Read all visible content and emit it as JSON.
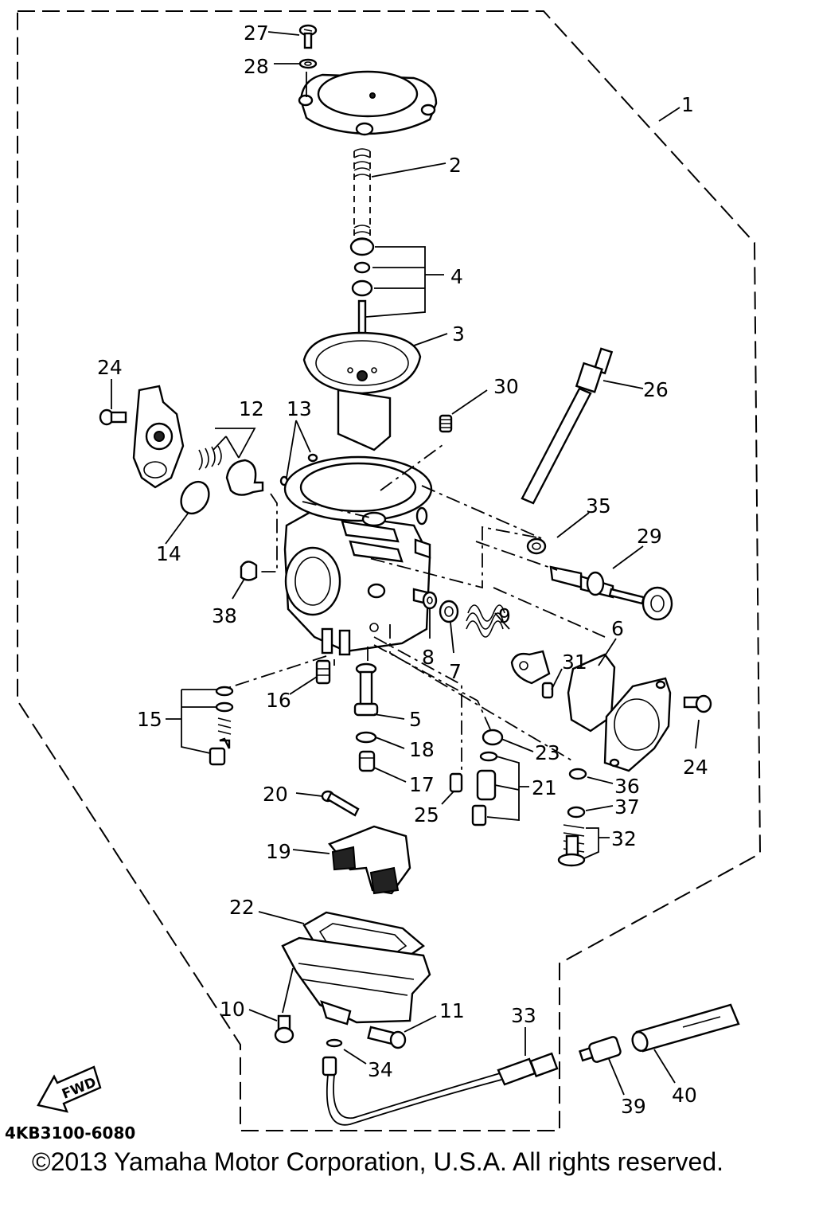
{
  "diagram": {
    "drawing_code": "4KB3100-6080",
    "copyright": "©2013 Yamaha Motor Corporation, U.S.A. All rights reserved.",
    "fwd_label": "FWD",
    "callouts": [
      {
        "id": "c27",
        "label": "27"
      },
      {
        "id": "c28",
        "label": "28"
      },
      {
        "id": "c1",
        "label": "1"
      },
      {
        "id": "c2",
        "label": "2"
      },
      {
        "id": "c4",
        "label": "4"
      },
      {
        "id": "c3",
        "label": "3"
      },
      {
        "id": "c24a",
        "label": "24"
      },
      {
        "id": "c30",
        "label": "30"
      },
      {
        "id": "c26",
        "label": "26"
      },
      {
        "id": "c12",
        "label": "12"
      },
      {
        "id": "c13",
        "label": "13"
      },
      {
        "id": "c35",
        "label": "35"
      },
      {
        "id": "c29",
        "label": "29"
      },
      {
        "id": "c14",
        "label": "14"
      },
      {
        "id": "c38",
        "label": "38"
      },
      {
        "id": "c9",
        "label": "9"
      },
      {
        "id": "c6",
        "label": "6"
      },
      {
        "id": "c8",
        "label": "8"
      },
      {
        "id": "c7",
        "label": "7"
      },
      {
        "id": "c31",
        "label": "31"
      },
      {
        "id": "c16",
        "label": "16"
      },
      {
        "id": "c15",
        "label": "15"
      },
      {
        "id": "c5",
        "label": "5"
      },
      {
        "id": "c24b",
        "label": "24"
      },
      {
        "id": "c18",
        "label": "18"
      },
      {
        "id": "c23",
        "label": "23"
      },
      {
        "id": "c17",
        "label": "17"
      },
      {
        "id": "c21",
        "label": "21"
      },
      {
        "id": "c36",
        "label": "36"
      },
      {
        "id": "c20",
        "label": "20"
      },
      {
        "id": "c25",
        "label": "25"
      },
      {
        "id": "c37",
        "label": "37"
      },
      {
        "id": "c32",
        "label": "32"
      },
      {
        "id": "c19",
        "label": "19"
      },
      {
        "id": "c22",
        "label": "22"
      },
      {
        "id": "c10",
        "label": "10"
      },
      {
        "id": "c11",
        "label": "11"
      },
      {
        "id": "c33",
        "label": "33"
      },
      {
        "id": "c34",
        "label": "34"
      },
      {
        "id": "c39",
        "label": "39"
      },
      {
        "id": "c40",
        "label": "40"
      }
    ]
  }
}
